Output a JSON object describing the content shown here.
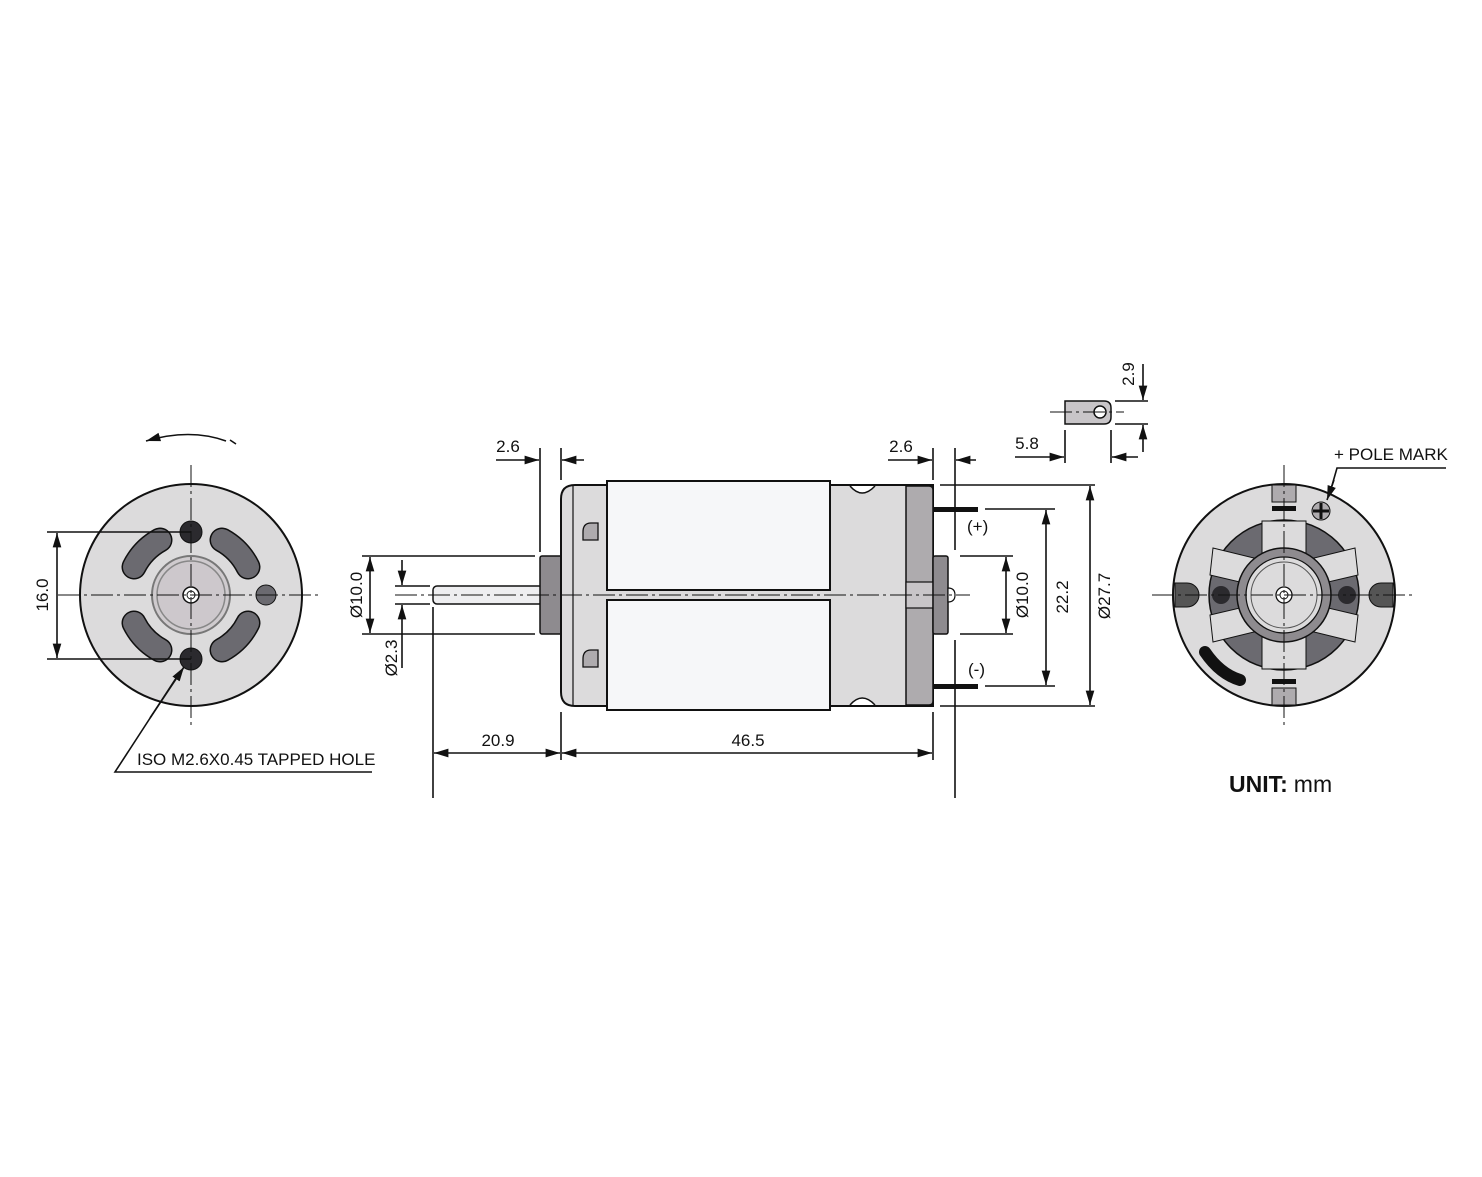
{
  "drawing": {
    "front_view": {
      "hole_spacing": "16.0",
      "tapped_hole_note": "ISO M2.6X0.45 TAPPED HOLE"
    },
    "side_view": {
      "front_boss_length": "2.6",
      "rear_boss_length": "2.6",
      "front_boss_diameter": "Ø10.0",
      "shaft_diameter": "Ø2.3",
      "shaft_length": "20.9",
      "body_length": "46.5",
      "rear_boss_diameter": "Ø10.0",
      "terminal_spacing": "22.2",
      "body_diameter": "Ø27.7",
      "terminal_positive": "(+)",
      "terminal_negative": "(-)",
      "terminal_width": "5.8",
      "terminal_height": "2.9"
    },
    "rear_view": {
      "pole_mark_label": "+ POLE MARK"
    },
    "unit_label": "UNIT:",
    "unit_value": "mm"
  },
  "colors": {
    "body": "#dcdbdc",
    "dark_slot": "#6b6a70",
    "cap": "#aeabae",
    "magnet": "#f6f7f9"
  }
}
